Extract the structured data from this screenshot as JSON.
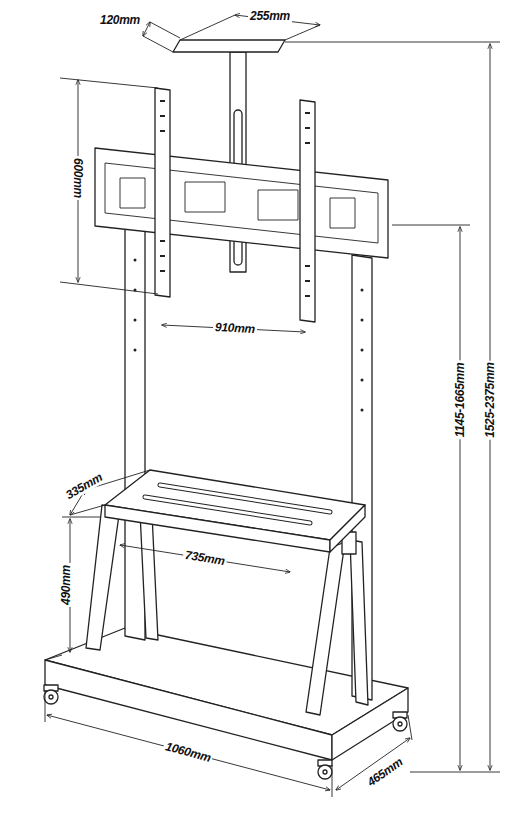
{
  "diagram": {
    "labels": [
      "120mm",
      "255mm",
      "600mm",
      "910mm",
      "1145-1665mm",
      "1525-2375mm",
      "335mm",
      "735mm",
      "490mm",
      "1060mm",
      "465mm"
    ]
  }
}
